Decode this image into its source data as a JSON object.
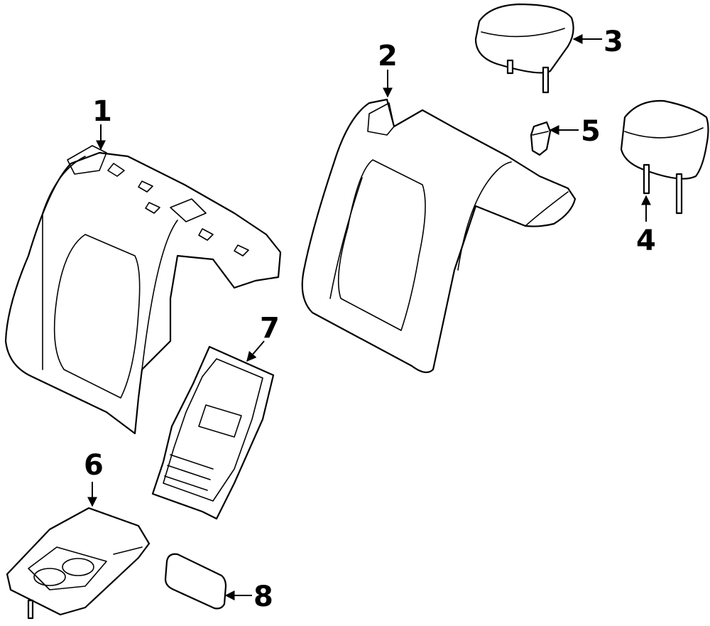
{
  "diagram": {
    "callouts": [
      {
        "label": "1",
        "part": "seat-back-cover"
      },
      {
        "label": "2",
        "part": "seat-back-pad"
      },
      {
        "label": "3",
        "part": "headrest-center"
      },
      {
        "label": "4",
        "part": "headrest-side"
      },
      {
        "label": "5",
        "part": "headrest-guide"
      },
      {
        "label": "6",
        "part": "armrest-assembly"
      },
      {
        "label": "7",
        "part": "armrest-frame"
      },
      {
        "label": "8",
        "part": "armrest-pad"
      }
    ],
    "colors": {
      "stroke": "#000000",
      "background": "#ffffff"
    }
  }
}
